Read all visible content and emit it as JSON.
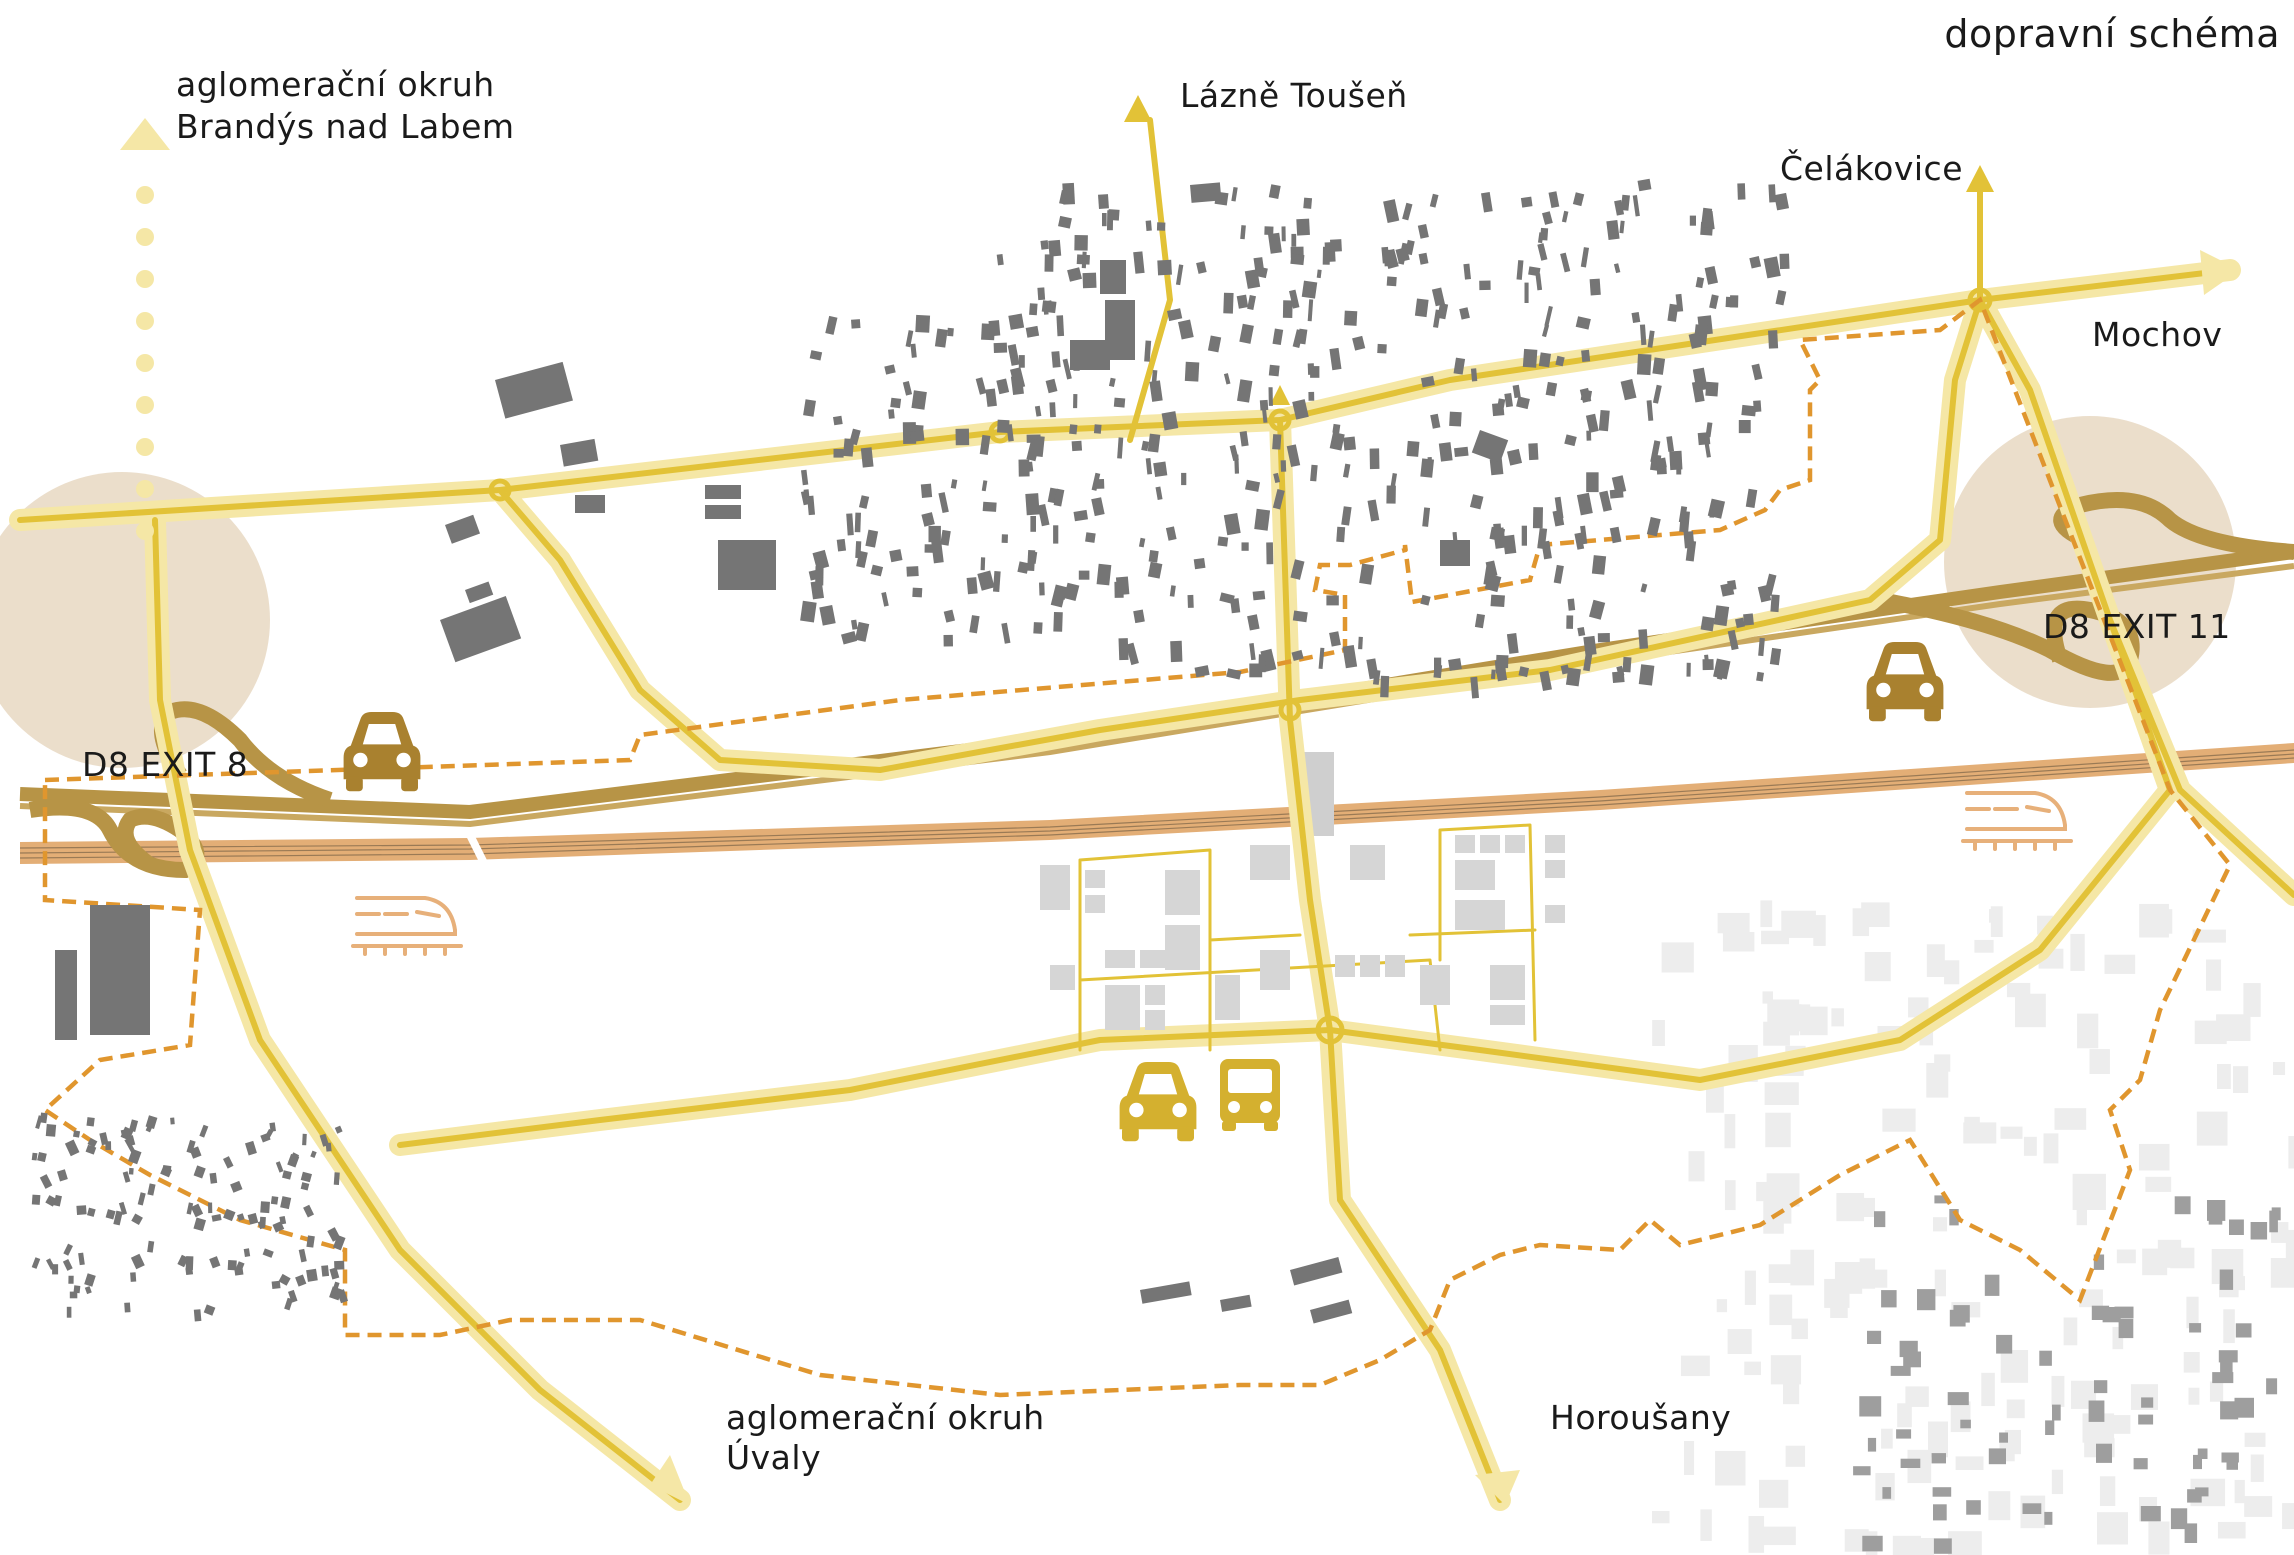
{
  "title": "dopravní schéma",
  "labels": {
    "north_west_line1": "aglomerační okruh",
    "north_west_line2": "Brandýs nad Labem",
    "north": "Lázně Toušeň",
    "north_east": "Čelákovice",
    "east": "Mochov",
    "exit_west": "D8 EXIT 8",
    "exit_east": "D8 EXIT 11",
    "south_west_line1": "aglomerační okruh",
    "south_west_line2": "Úvaly",
    "south": "Horoušany"
  },
  "icons": [
    {
      "name": "car-icon",
      "meaning": "car traffic west"
    },
    {
      "name": "car-icon",
      "meaning": "car traffic east"
    },
    {
      "name": "car-icon",
      "meaning": "car traffic south hub"
    },
    {
      "name": "bus-icon",
      "meaning": "bus traffic south hub"
    },
    {
      "name": "train-icon",
      "meaning": "railway west"
    },
    {
      "name": "train-icon",
      "meaning": "railway east"
    }
  ],
  "colors": {
    "road": "#e2c237",
    "road_halo": "#f5e7a6",
    "motorway": "#b79446",
    "railway": "#e3ae76",
    "boundary": "#e0962e",
    "exit_circle": "#e7d8c2",
    "buildings": "#757575",
    "buildings_light": "#d6d6d6",
    "car_icon": "#a9812f",
    "train_icon": "#e7b07a"
  }
}
